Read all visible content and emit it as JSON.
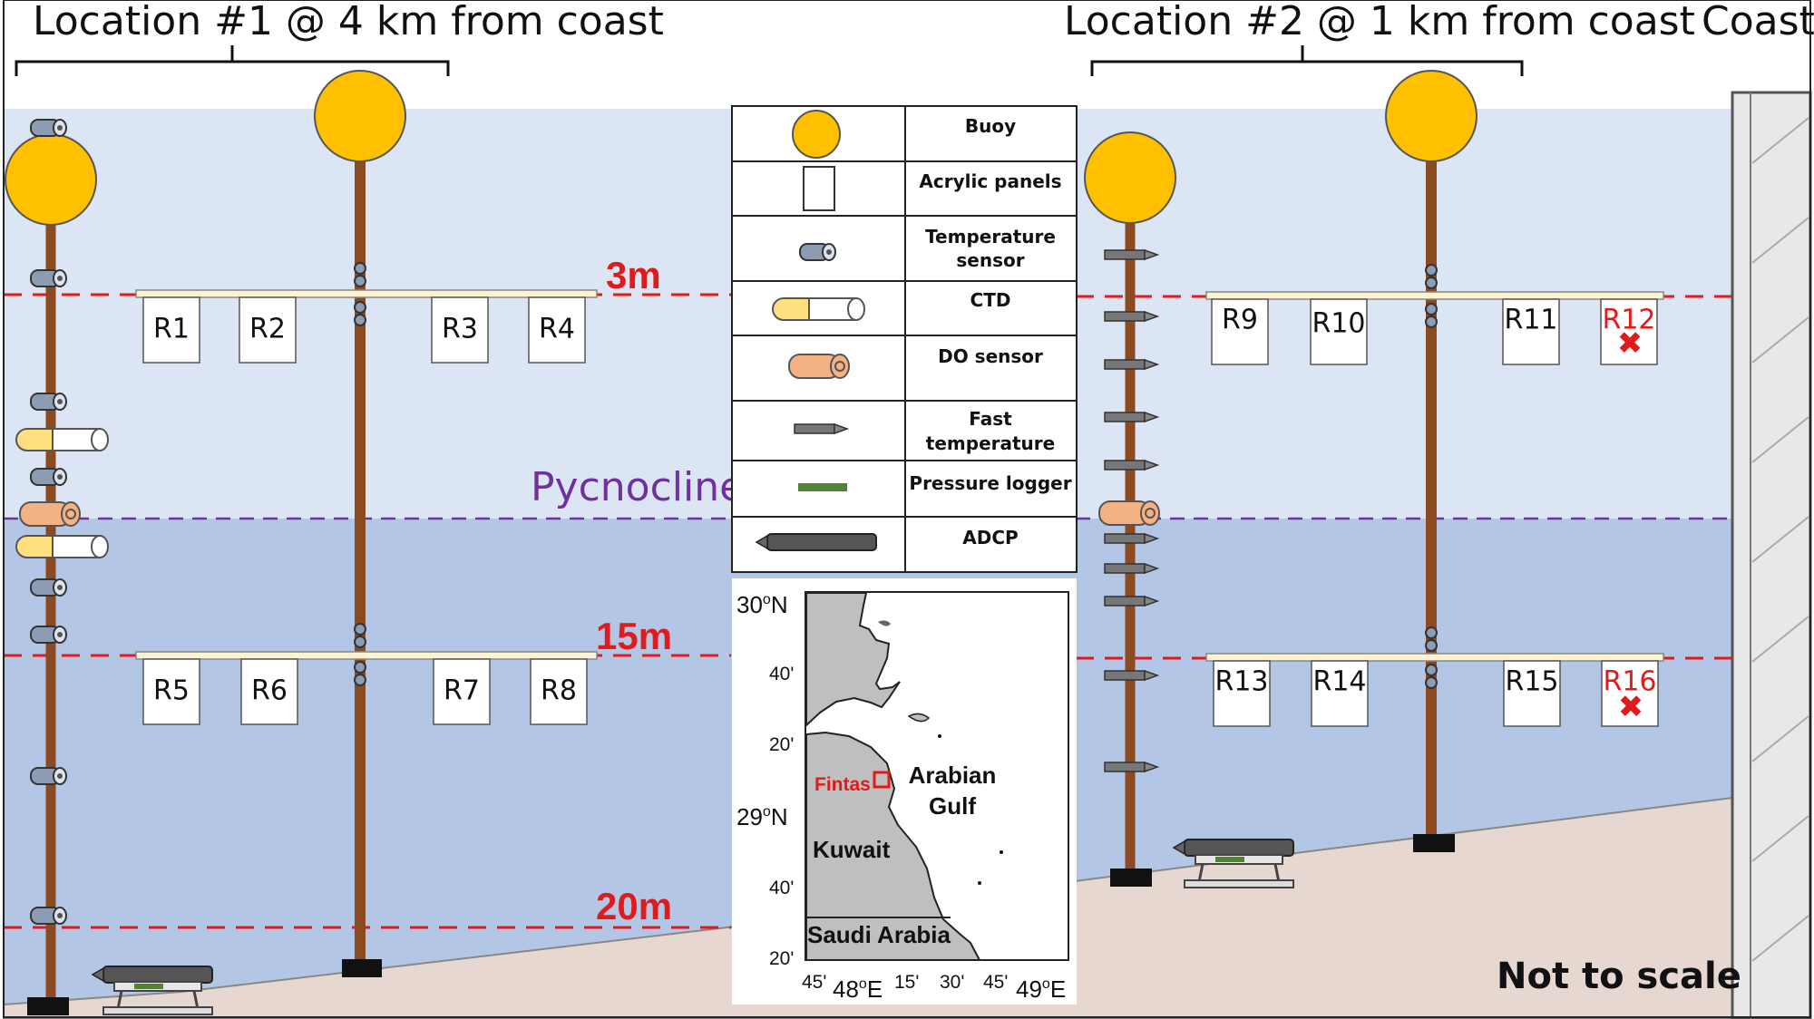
{
  "title_left": "Location #1 @ 4 km from coast",
  "title_right": "Location #2 @ 1 km from coast",
  "coast": "Coast",
  "depths": {
    "d3": "3m",
    "d15": "15m",
    "d20": "20m"
  },
  "pycnocline": "Pycnocline",
  "not_to_scale": "Not to scale",
  "panels": {
    "r1": "R1",
    "r2": "R2",
    "r3": "R3",
    "r4": "R4",
    "r5": "R5",
    "r6": "R6",
    "r7": "R7",
    "r8": "R8",
    "r9": "R9",
    "r10": "R10",
    "r11": "R11",
    "r12": "R12",
    "r13": "R13",
    "r14": "R14",
    "r15": "R15",
    "r16": "R16"
  },
  "legend": {
    "buoy": "Buoy",
    "acrylic": "Acrylic panels",
    "temp_1": "Temperature",
    "temp_2": "sensor",
    "ctd": "CTD",
    "do": "DO sensor",
    "fast_1": "Fast",
    "fast_2": "temperature",
    "pressure": "Pressure logger",
    "adcp": "ADCP"
  },
  "map": {
    "lat_30": "30",
    "lat_29": "29",
    "n": "N",
    "deg": "o",
    "lat_40a": "40'",
    "lat_20a": "20'",
    "lat_40b": "40'",
    "lat_20b": "20'",
    "lon_45a": "45'",
    "lon_48": "48",
    "lon_15": "15'",
    "lon_30": "30'",
    "lon_45b": "45'",
    "lon_49": "49",
    "e": "E",
    "fintas": "Fintas",
    "arabian_1": "Arabian",
    "arabian_2": "Gulf",
    "kuwait": "Kuwait",
    "saudi": "Saudi Arabia"
  },
  "colors": {
    "water_top": "#dce5f4",
    "water_bottom": "#b3c6e6",
    "seabed": "#e6d7d0",
    "buoy": "#ffc000",
    "pole": "#8b4a1f",
    "depth_line": "#e01b1b",
    "pycnocline": "#7030a0",
    "map_land": "#bfbfbf"
  }
}
